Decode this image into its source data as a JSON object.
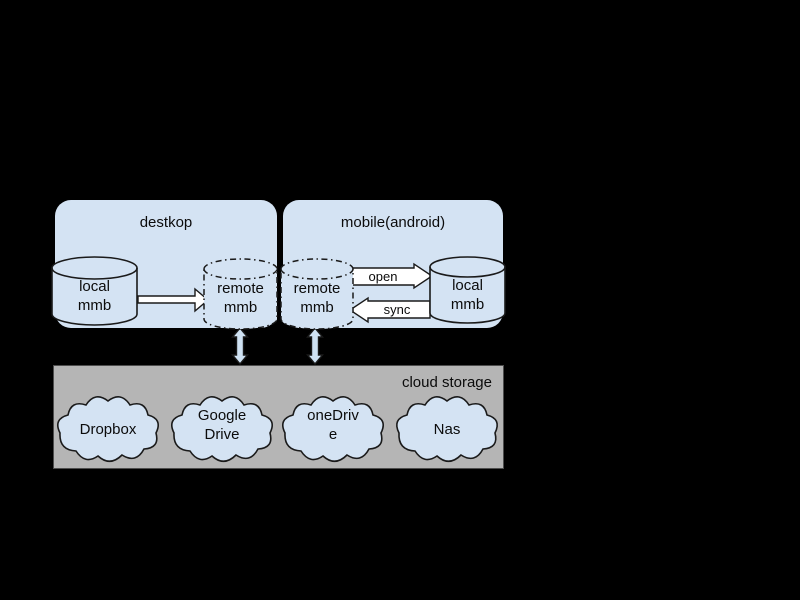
{
  "palette": {
    "background": "#000000",
    "node_fill": "#d4e3f3",
    "storage_fill": "#b5b5b5",
    "stroke": "#1a1a1a",
    "hollow_arrow_fill": "#ffffff",
    "double_arrow_fill": "#cfe2f3"
  },
  "desktop": {
    "title": "destkop",
    "local_db_label": "local\nmmb",
    "remote_db_label": "remote\nmmb"
  },
  "mobile": {
    "title": "mobile(android)",
    "remote_db_label": "remote\nmmb",
    "local_db_label": "local\nmmb",
    "open_arrow_label": "open",
    "sync_arrow_label": "sync"
  },
  "cloud_storage": {
    "title": "cloud storage",
    "providers": [
      "Dropbox",
      "Google\nDrive",
      "oneDriv\ne",
      "Nas"
    ]
  }
}
